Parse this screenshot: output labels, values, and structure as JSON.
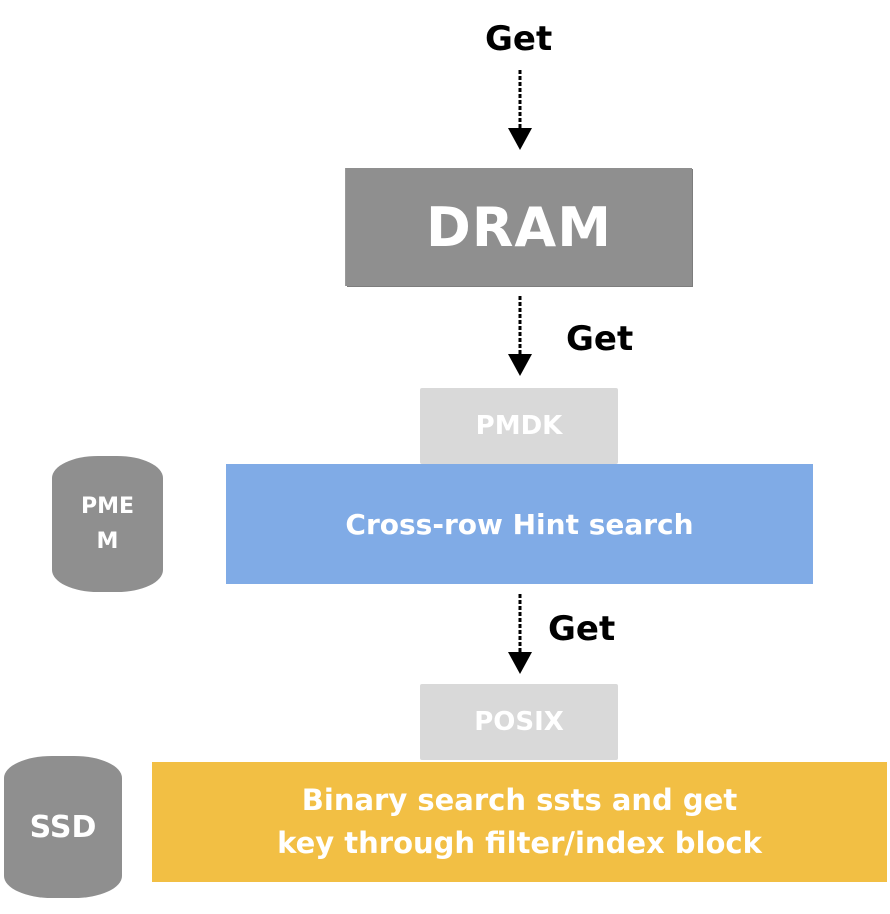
{
  "diagram": {
    "get_top": "Get",
    "get_middle": "Get",
    "get_lower": "Get",
    "dram_label": "DRAM",
    "pmdk_label": "PMDK",
    "hint_label": "Cross-row Hint search",
    "pmem_line1": "PME",
    "pmem_line2": "M",
    "posix_label": "POSIX",
    "binary_line1": "Binary search ssts and get",
    "binary_line2": "key through filter/index block",
    "ssd_label": "SSD"
  },
  "colors": {
    "dram": "#8f8f8f",
    "tab": "#d9d9d9",
    "hint": "#80abe6",
    "binary": "#f2bf44",
    "storage": "#8f8f8f"
  }
}
